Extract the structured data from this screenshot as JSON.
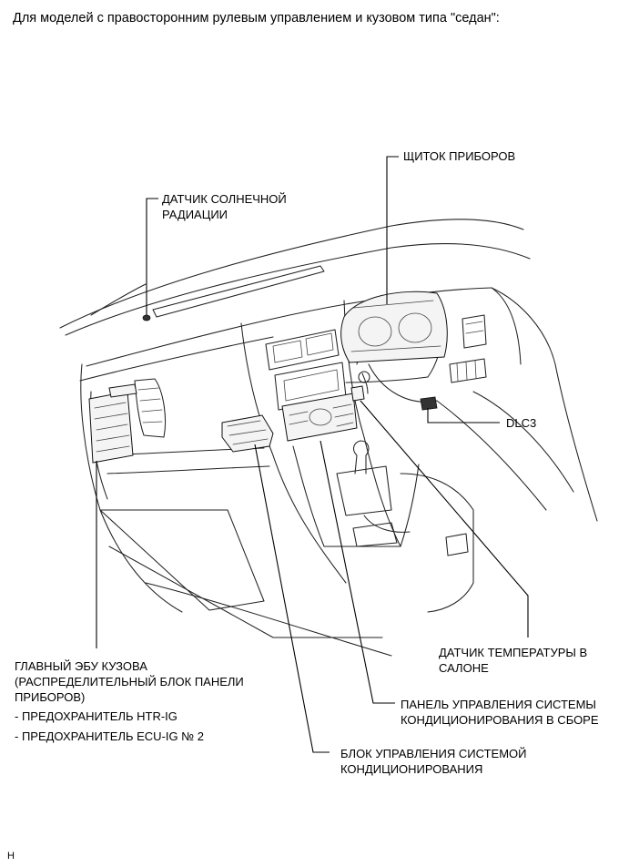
{
  "header": {
    "text": "Для моделей с правосторонним рулевым управлением и кузовом типа \"седан\":"
  },
  "labels": {
    "instrument_cluster": "ЩИТОК ПРИБОРОВ",
    "sun_sensor_line1": "ДАТЧИК СОЛНЕЧНОЙ",
    "sun_sensor_line2": "РАДИАЦИИ",
    "dlc3": "DLC3",
    "main_body_ecu_line1": "ГЛАВНЫЙ ЭБУ КУЗОВА",
    "main_body_ecu_line2": "(РАСПРЕДЕЛИТЕЛЬНЫЙ БЛОК ПАНЕЛИ",
    "main_body_ecu_line3": "ПРИБОРОВ)",
    "fuse_htr": "- ПРЕДОХРАНИТЕЛЬ HTR-IG",
    "fuse_ecu": "- ПРЕДОХРАНИТЕЛЬ ECU-IG № 2",
    "room_temp_line1": "ДАТЧИК ТЕМПЕРАТУРЫ В",
    "room_temp_line2": "САЛОНЕ",
    "ac_panel_line1": "ПАНЕЛЬ УПРАВЛЕНИЯ СИСТЕМЫ",
    "ac_panel_line2": "КОНДИЦИОНИРОВАНИЯ В СБОРЕ",
    "ac_unit_line1": "БЛОК УПРАВЛЕНИЯ СИСТЕМОЙ",
    "ac_unit_line2": "КОНДИЦИОНИРОВАНИЯ"
  },
  "footer": {
    "code": "H"
  }
}
